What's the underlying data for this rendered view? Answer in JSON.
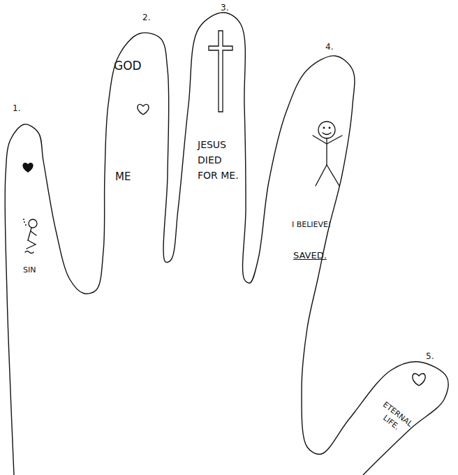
{
  "diagram": {
    "nodes": [
      {
        "text": [
          "SIN",
          "GOD",
          "ME",
          "JESUS DIED FOR ME.",
          "I BELIEVE!",
          "SAVED.",
          "ETERNAL LIFE."
        ]
      }
    ],
    "labels": [
      "1.",
      "2.",
      "3.",
      "4.",
      "5."
    ]
  }
}
